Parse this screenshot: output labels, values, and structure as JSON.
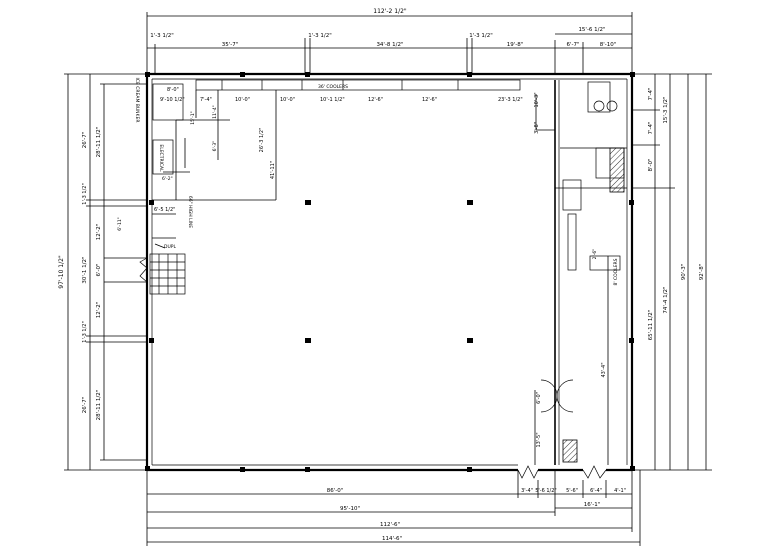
{
  "dims": {
    "top_overall": "112'-2 1/2\"",
    "top_1": "1'-3 1/2\"",
    "top_2": "35'-7\"",
    "top_3": "1'-3 1/2\"",
    "top_4": "34'-8 1/2\"",
    "top_5": "1'-3 1/2\"",
    "top_6": "19'-8\"",
    "top_right_group": "15'-6 1/2\"",
    "top_right_a": "6'-7\"",
    "top_right_b": "8'-10\"",
    "bottom_1": "86'-0\"",
    "bottom_2": "95'-10\"",
    "bottom_3": "112'-6\"",
    "bottom_4": "114'-6\"",
    "bottom_small_1": "3'-4\"",
    "bottom_small_2": "5'-6 1/2\"",
    "bottom_small_3": "5'-6\"",
    "bottom_small_4": "6'-4\"",
    "bottom_small_5": "4'-1\"",
    "bottom_right_group": "16'-1\"",
    "left_overall": "97'-10 1/2\"",
    "left_a1": "26'-7\"",
    "left_a2": "28'-11 1/2\"",
    "left_b1": "1'-3 1/2\"",
    "left_b2": "12'-2\"",
    "left_b3": "30'-1 1/2\"",
    "left_b4": "6'-0\"",
    "left_b5": "12'-2\"",
    "left_c1": "1'-3 1/2\"",
    "left_c2": "26'-7\"",
    "left_c3": "28'-11 1/2\"",
    "right_a": "7'-4\"",
    "right_b": "15'-3 1/2\"",
    "right_c": "7'-4\"",
    "right_d": "8'-0\"",
    "right_e": "74'-4 1/2\"",
    "right_f": "65'-11 1/2\"",
    "right_g": "90'-3\"",
    "right_h": "92'-8\"",
    "int_1": "8'-0\"",
    "int_2": "9'-10 1/2\"",
    "int_3": "7'-4\"",
    "int_4": "10'-0\"",
    "int_5": "10'-0\"",
    "int_6": "10'-1 1/2\"",
    "int_7": "12'-6\"",
    "int_8": "12'-6\"",
    "int_9": "23'-3 1/2\"",
    "int_10": "15'-1\"",
    "int_11": "11'-4\"",
    "int_12": "26'-3 1/2\"",
    "int_13": "41'-11\"",
    "int_14": "6'-3\"",
    "int_15": "6'-2\"",
    "int_16": "6'-5 1/2\"",
    "int_17": "6'-11\"",
    "int_18": "10'-3\"",
    "int_19": "3'-8\"",
    "int_20": "2'-6\"",
    "int_21": "43'-4\"",
    "int_22": "6'-0\"",
    "int_23": "13'-5\""
  },
  "labels": {
    "coolers": "36' COOLERS",
    "ice_cream": "ICE CREAM BUNKER",
    "electrical": "ELECTRICAL",
    "high_line": "66\" HIGH LINE",
    "dupl": "DUPL",
    "coolers_side": "8' COOLERS"
  }
}
